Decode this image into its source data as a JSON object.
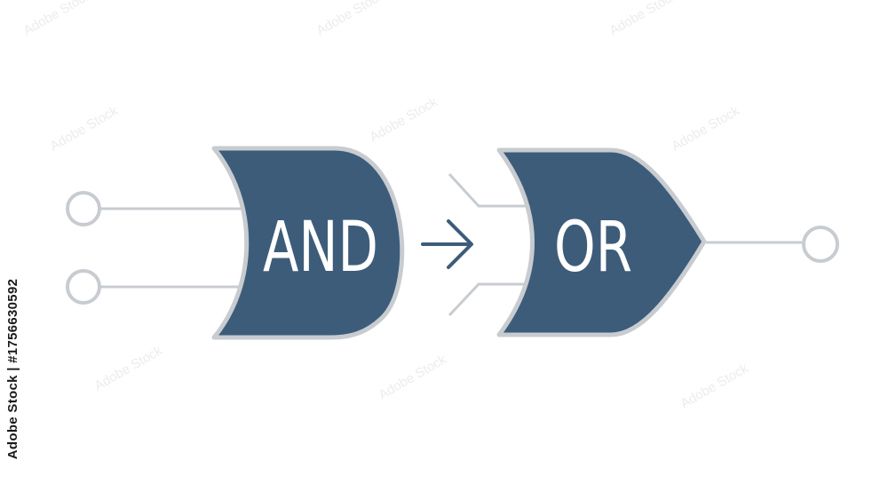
{
  "diagram": {
    "gate_and": {
      "label": "AND",
      "fill": "#3d5c7a",
      "stroke": "#c8ccd0"
    },
    "gate_or": {
      "label": "OR",
      "fill": "#3d5c7a",
      "stroke": "#c8ccd0"
    },
    "arrow": {
      "color": "#3d5c7a"
    },
    "wire_color": "#c8ccd0",
    "terminal_color": "#c8ccd0"
  },
  "stock_image_id": "Adobe Stock | #1756630592"
}
